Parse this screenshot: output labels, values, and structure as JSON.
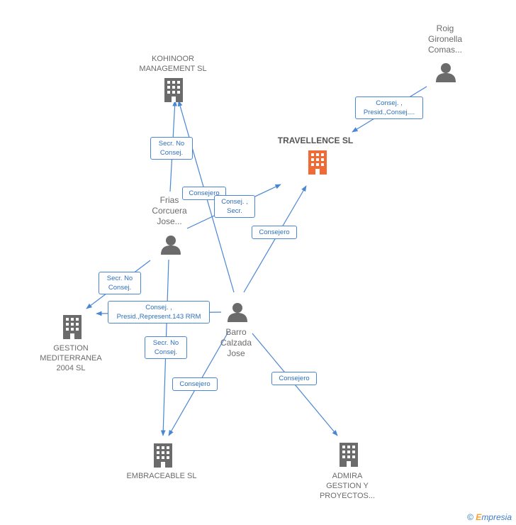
{
  "nodes": {
    "kohinoor": {
      "lines": [
        "KOHINOOR",
        "MANAGEMENT SL"
      ]
    },
    "roig": {
      "lines": [
        "Roig",
        "Gironella",
        "Comas..."
      ]
    },
    "travellence": {
      "lines": [
        "TRAVELLENCE SL"
      ]
    },
    "frias": {
      "lines": [
        "Frias",
        "Corcuera",
        "Jose..."
      ]
    },
    "gestion": {
      "lines": [
        "GESTION",
        "MEDITERRANEA",
        "2004 SL"
      ]
    },
    "barro": {
      "lines": [
        "Barro",
        "Calzada",
        "Jose"
      ]
    },
    "embraceable": {
      "lines": [
        "EMBRACEABLE SL"
      ]
    },
    "admira": {
      "lines": [
        "ADMIRA",
        "GESTION Y",
        "PROYECTOS..."
      ]
    }
  },
  "edges": {
    "roig_travellence": {
      "lines": [
        "Consej. ,",
        "Presid.,Consej...."
      ]
    },
    "frias_kohinoor": {
      "lines": [
        "Secr.  No",
        "Consej."
      ]
    },
    "barro_kohinoor": {
      "lines": [
        "Consejero"
      ]
    },
    "frias_travellence": {
      "lines": [
        "Consej. ,",
        "Secr."
      ]
    },
    "barro_travellence": {
      "lines": [
        "Consejero"
      ]
    },
    "frias_gestion": {
      "lines": [
        "Secr.  No",
        "Consej."
      ]
    },
    "barro_gestion": {
      "lines": [
        "Consej. ,",
        "Presid.,Represent.143 RRM"
      ]
    },
    "frias_embraceable": {
      "lines": [
        "Secr.  No",
        "Consej."
      ]
    },
    "barro_embraceable": {
      "lines": [
        "Consejero"
      ]
    },
    "barro_admira": {
      "lines": [
        "Consejero"
      ]
    }
  },
  "colors": {
    "edge": "#4a86d4",
    "person": "#6b6b6b",
    "company": "#6b6b6b",
    "main_company": "#f06a35"
  },
  "icons": {
    "person": "person-icon",
    "company": "building-icon"
  },
  "footer": {
    "copyright": "©",
    "brand_e": "E",
    "brand_rest": "mpresia"
  }
}
